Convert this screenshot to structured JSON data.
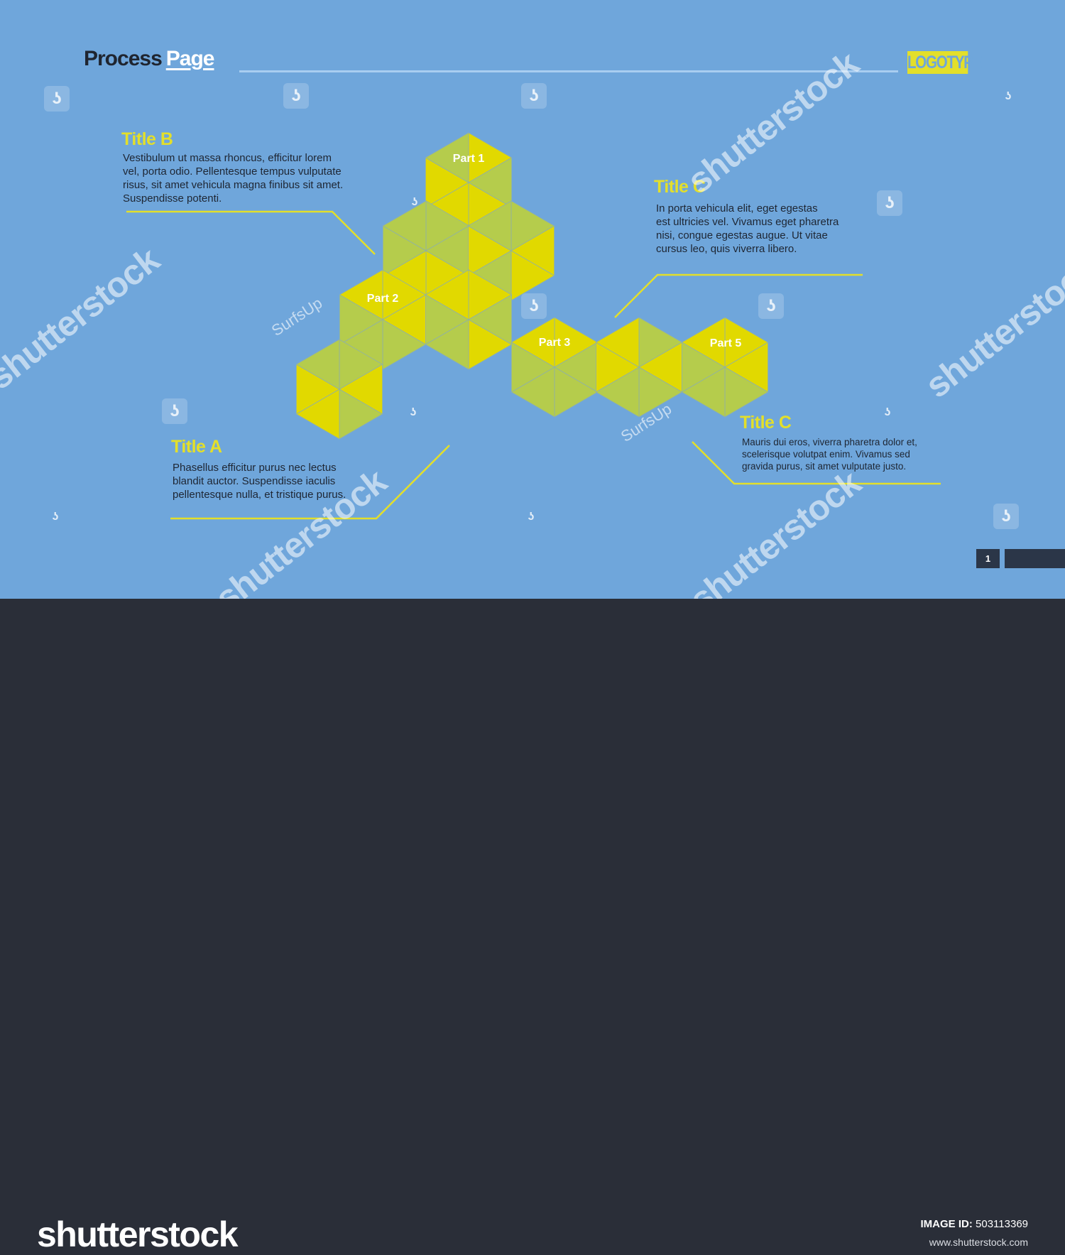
{
  "header": {
    "title_word1": "Process",
    "title_word2": "Page",
    "logo": "LOGOTYPE"
  },
  "diagram": {
    "parts": [
      "Part 1",
      "Part 2",
      "Part 3",
      "Part 5"
    ]
  },
  "callouts": {
    "title_b": {
      "title": "Title B",
      "lines": [
        "Vestibulum ut massa rhoncus, efficitur lorem",
        "vel, porta odio. Pellentesque tempus vulputate",
        "risus, sit amet vehicula magna finibus sit amet.",
        "Suspendisse potenti."
      ]
    },
    "title_c_top": {
      "title": "Title C",
      "lines": [
        "In porta vehicula elit, eget egestas",
        "est ultricies vel. Vivamus eget pharetra",
        "nisi, congue egestas augue. Ut vitae",
        "cursus leo, quis viverra libero."
      ]
    },
    "title_a": {
      "title": "Title A",
      "lines": [
        "Phasellus efficitur purus nec lectus",
        "blandit auctor. Suspendisse iaculis",
        "pellentesque nulla, et tristique purus."
      ]
    },
    "title_c_bottom": {
      "title": "Title C",
      "lines": [
        "Mauris dui eros, viverra pharetra dolor et,",
        "scelerisque volutpat enim. Vivamus sed",
        "gravida purus, sit amet vulputate justo."
      ]
    }
  },
  "page_number": "1",
  "watermark": {
    "brand": "shutterstock",
    "brand_small": "SurfsUp",
    "icon": "shutterstock-logo-icon"
  },
  "footer": {
    "brand": "shutterstock",
    "image_id_label": "IMAGE ID:",
    "image_id": "503113369",
    "url": "www.shutterstock.com"
  },
  "colors": {
    "background": "#6fa6db",
    "accent_yellow": "#e3df2a",
    "triangle_bright": "#e1d900",
    "triangle_muted": "#b5cc4c",
    "footer_bg": "#2a2e38",
    "dark_text": "#1e2633"
  }
}
